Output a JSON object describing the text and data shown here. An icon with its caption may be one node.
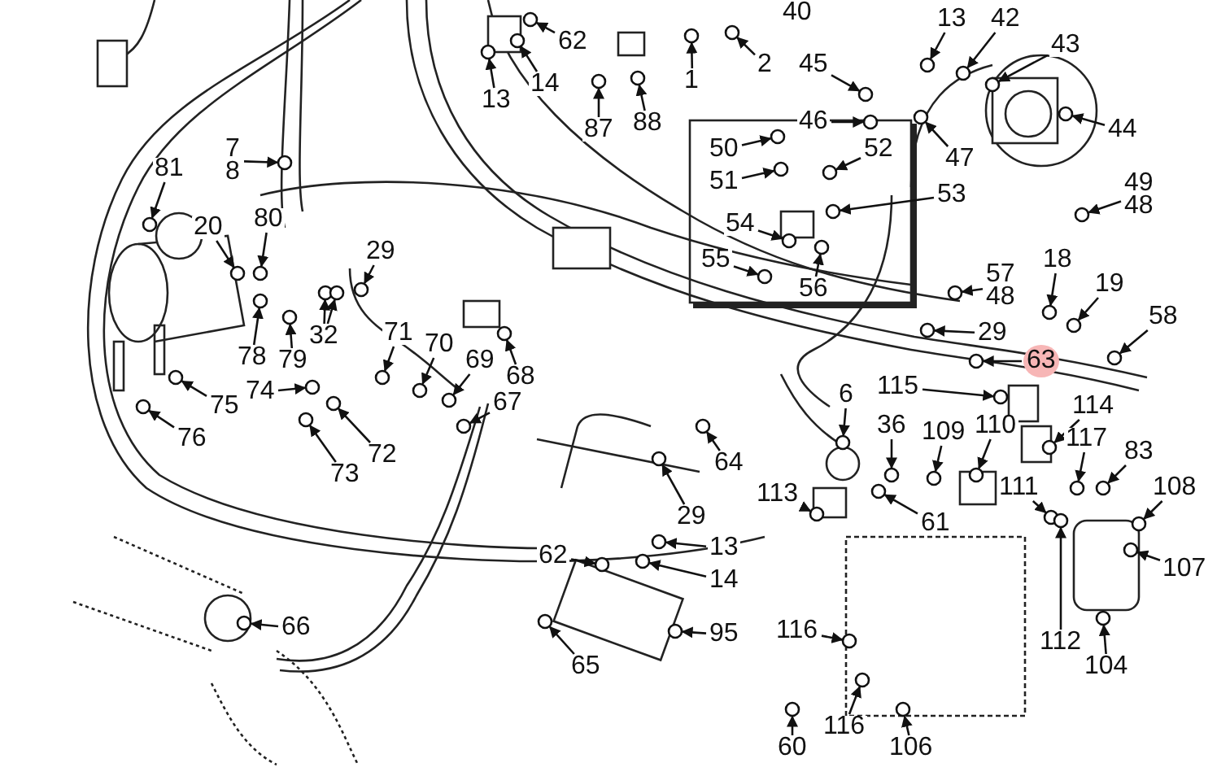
{
  "diagram": {
    "nodes": [
      {
        "text": [
          "13"
        ]
      },
      {
        "text": [
          "42"
        ]
      },
      {
        "text": [
          "2"
        ]
      },
      {
        "text": [
          "43"
        ]
      },
      {
        "text": [
          "1"
        ]
      },
      {
        "text": [
          "62"
        ]
      },
      {
        "text": [
          "45"
        ]
      },
      {
        "text": [
          "14"
        ]
      },
      {
        "text": [
          "13"
        ]
      },
      {
        "text": [
          "46"
        ]
      },
      {
        "text": [
          "87"
        ]
      },
      {
        "text": [
          "88"
        ]
      },
      {
        "text": [
          "44"
        ]
      },
      {
        "text": [
          "7",
          "8"
        ]
      },
      {
        "text": [
          "81"
        ]
      },
      {
        "text": [
          "50"
        ]
      },
      {
        "text": [
          "52"
        ]
      },
      {
        "text": [
          "47"
        ]
      },
      {
        "text": [
          "53"
        ]
      },
      {
        "text": [
          "51"
        ]
      },
      {
        "text": [
          "49",
          "48"
        ]
      },
      {
        "text": [
          "54"
        ]
      },
      {
        "text": [
          "20"
        ]
      },
      {
        "text": [
          "80"
        ]
      },
      {
        "text": [
          "55"
        ]
      },
      {
        "text": [
          "29"
        ]
      },
      {
        "text": [
          "18"
        ]
      },
      {
        "text": [
          "57",
          "48"
        ]
      },
      {
        "text": [
          "19"
        ]
      },
      {
        "text": [
          "56"
        ]
      },
      {
        "text": [
          "58"
        ]
      },
      {
        "text": [
          "29"
        ]
      },
      {
        "text": [
          "32"
        ]
      },
      {
        "text": [
          "71"
        ]
      },
      {
        "text": [
          "70"
        ]
      },
      {
        "text": [
          "78"
        ]
      },
      {
        "text": [
          "79"
        ]
      },
      {
        "text": [
          "63"
        ]
      },
      {
        "text": [
          "69"
        ]
      },
      {
        "text": [
          "68"
        ]
      },
      {
        "text": [
          "74"
        ]
      },
      {
        "text": [
          "67"
        ]
      },
      {
        "text": [
          "6"
        ]
      },
      {
        "text": [
          "115"
        ]
      },
      {
        "text": [
          "114"
        ]
      },
      {
        "text": [
          "75"
        ]
      },
      {
        "text": [
          "36"
        ]
      },
      {
        "text": [
          "109"
        ]
      },
      {
        "text": [
          "76"
        ]
      },
      {
        "text": [
          "110"
        ]
      },
      {
        "text": [
          "117"
        ]
      },
      {
        "text": [
          "83"
        ]
      },
      {
        "text": [
          "72"
        ]
      },
      {
        "text": [
          "64"
        ]
      },
      {
        "text": [
          "73"
        ]
      },
      {
        "text": [
          "111"
        ]
      },
      {
        "text": [
          "108"
        ]
      },
      {
        "text": [
          "113"
        ]
      },
      {
        "text": [
          "29"
        ]
      },
      {
        "text": [
          "61"
        ]
      },
      {
        "text": [
          "13"
        ]
      },
      {
        "text": [
          "62"
        ]
      },
      {
        "text": [
          "107"
        ]
      },
      {
        "text": [
          "14"
        ]
      },
      {
        "text": [
          "66"
        ]
      },
      {
        "text": [
          "116"
        ]
      },
      {
        "text": [
          "95"
        ]
      },
      {
        "text": [
          "104"
        ]
      },
      {
        "text": [
          "112"
        ]
      },
      {
        "text": [
          "65"
        ]
      },
      {
        "text": [
          "116"
        ]
      },
      {
        "text": [
          "60"
        ]
      },
      {
        "text": [
          "106"
        ]
      },
      {
        "text": [],
        "shape": "circle"
      },
      {
        "text": [],
        "shape": "circle"
      },
      {
        "text": [],
        "shape": "circle"
      },
      {
        "text": [],
        "shape": "circle"
      },
      {
        "text": [],
        "shape": "circle"
      },
      {
        "text": [],
        "shape": "circle"
      },
      {
        "text": [],
        "shape": "circle"
      },
      {
        "text": [],
        "shape": "circle"
      },
      {
        "text": [],
        "shape": "circle"
      },
      {
        "text": [],
        "shape": "circle"
      },
      {
        "text": [],
        "shape": "circle"
      },
      {
        "text": [],
        "shape": "circle"
      },
      {
        "text": [],
        "shape": "circle"
      },
      {
        "text": [],
        "shape": "circle"
      },
      {
        "text": [],
        "shape": "circle"
      },
      {
        "text": [],
        "shape": "circle"
      },
      {
        "text": [],
        "shape": "circle"
      },
      {
        "text": [],
        "shape": "circle"
      },
      {
        "text": [],
        "shape": "circle"
      },
      {
        "text": [],
        "shape": "circle"
      },
      {
        "text": [],
        "shape": "circle"
      },
      {
        "text": [],
        "shape": "circle"
      },
      {
        "text": [],
        "shape": "circle"
      },
      {
        "text": [],
        "shape": "circle"
      },
      {
        "text": [],
        "shape": "circle"
      },
      {
        "text": [],
        "shape": "circle"
      },
      {
        "text": [],
        "shape": "circle"
      },
      {
        "text": [],
        "shape": "circle"
      },
      {
        "text": [],
        "shape": "circle"
      },
      {
        "text": [],
        "shape": "circle"
      },
      {
        "text": [],
        "shape": "circle"
      },
      {
        "text": [],
        "shape": "circle"
      },
      {
        "text": [],
        "shape": "circle"
      },
      {
        "text": [],
        "shape": "circle"
      },
      {
        "text": [],
        "shape": "circle"
      },
      {
        "text": [],
        "shape": "circle"
      },
      {
        "text": [],
        "shape": "circle"
      },
      {
        "text": [],
        "shape": "circle"
      },
      {
        "text": [],
        "shape": "circle"
      },
      {
        "text": [],
        "shape": "circle"
      },
      {
        "text": [],
        "shape": "circle"
      },
      {
        "text": [],
        "shape": "circle"
      },
      {
        "text": [],
        "shape": "circle"
      },
      {
        "text": [],
        "shape": "circle"
      },
      {
        "text": [],
        "shape": "circle"
      },
      {
        "text": [],
        "shape": "circle"
      },
      {
        "text": [],
        "shape": "circle"
      },
      {
        "text": [],
        "shape": "circle"
      },
      {
        "text": [],
        "shape": "circle"
      },
      {
        "text": [],
        "shape": "circle"
      },
      {
        "text": [],
        "shape": "circle"
      },
      {
        "text": [],
        "shape": "circle"
      },
      {
        "text": [],
        "shape": "circle"
      },
      {
        "text": [],
        "shape": "circle"
      },
      {
        "text": [],
        "shape": "circle"
      },
      {
        "text": [],
        "shape": "circle"
      },
      {
        "text": [],
        "shape": "circle"
      },
      {
        "text": [],
        "shape": "circle"
      },
      {
        "text": [],
        "shape": "circle"
      },
      {
        "text": [],
        "shape": "circle"
      },
      {
        "text": [],
        "shape": "circle"
      },
      {
        "text": [],
        "shape": "circle"
      },
      {
        "text": [],
        "shape": "circle"
      },
      {
        "text": [],
        "shape": "circle"
      },
      {
        "text": [],
        "shape": "circle"
      },
      {
        "text": [],
        "shape": "circle"
      },
      {
        "text": [],
        "shape": "circle"
      },
      {
        "text": [],
        "shape": "circle"
      },
      {
        "text": [],
        "shape": "circle"
      },
      {
        "text": [],
        "shape": "circle"
      },
      {
        "text": [],
        "shape": "circle"
      },
      {
        "text": [],
        "shape": "circle"
      },
      {
        "text": [],
        "shape": "circle"
      },
      {
        "text": [],
        "shape": "circle"
      }
    ],
    "edges": [
      {
        "from": 0,
        "to": 73,
        "arrow": "to"
      },
      {
        "from": 1,
        "to": 74,
        "arrow": "to"
      },
      {
        "from": 2,
        "to": 75,
        "arrow": "to"
      },
      {
        "from": 3,
        "to": 76,
        "arrow": "to"
      },
      {
        "from": 4,
        "to": 77,
        "arrow": "to"
      },
      {
        "from": 5,
        "to": 78,
        "arrow": "to"
      },
      {
        "from": 6,
        "to": 79,
        "arrow": "to"
      },
      {
        "from": 7,
        "to": 80,
        "arrow": "to"
      },
      {
        "from": 8,
        "to": 81,
        "arrow": "to"
      },
      {
        "from": 9,
        "to": 82,
        "arrow": "to"
      },
      {
        "from": 10,
        "to": 83,
        "arrow": "to"
      },
      {
        "from": 11,
        "to": 84,
        "arrow": "to"
      },
      {
        "from": 12,
        "to": 85,
        "arrow": "to"
      },
      {
        "from": 13,
        "to": 86,
        "arrow": "to"
      },
      {
        "from": 14,
        "to": 87,
        "arrow": "to"
      },
      {
        "from": 15,
        "to": 88,
        "arrow": "to"
      },
      {
        "from": 16,
        "to": 89,
        "arrow": "to"
      },
      {
        "from": 17,
        "to": 90,
        "arrow": "to"
      },
      {
        "from": 18,
        "to": 91,
        "arrow": "to"
      },
      {
        "from": 19,
        "to": 92,
        "arrow": "to"
      },
      {
        "from": 20,
        "to": 93,
        "arrow": "to"
      },
      {
        "from": 21,
        "to": 94,
        "arrow": "to"
      },
      {
        "from": 22,
        "to": 95,
        "arrow": "to"
      },
      {
        "from": 23,
        "to": 96,
        "arrow": "to"
      },
      {
        "from": 24,
        "to": 97,
        "arrow": "to"
      },
      {
        "from": 25,
        "to": 98,
        "arrow": "to"
      },
      {
        "from": 26,
        "to": 99,
        "arrow": "to"
      },
      {
        "from": 27,
        "to": 100,
        "arrow": "to"
      },
      {
        "from": 28,
        "to": 101,
        "arrow": "to"
      },
      {
        "from": 29,
        "to": 102,
        "arrow": "to"
      },
      {
        "from": 30,
        "to": 103,
        "arrow": "to"
      },
      {
        "from": 31,
        "to": 104,
        "arrow": "to"
      },
      {
        "from": 32,
        "to": 105,
        "arrow": "to"
      },
      {
        "from": 32,
        "to": 106,
        "arrow": "to"
      },
      {
        "from": 33,
        "to": 107,
        "arrow": "to"
      },
      {
        "from": 34,
        "to": 108,
        "arrow": "to"
      },
      {
        "from": 35,
        "to": 109,
        "arrow": "to"
      },
      {
        "from": 36,
        "to": 110,
        "arrow": "to"
      },
      {
        "from": 37,
        "to": 111,
        "arrow": "to"
      },
      {
        "from": 38,
        "to": 112,
        "arrow": "to"
      },
      {
        "from": 39,
        "to": 113,
        "arrow": "to"
      },
      {
        "from": 40,
        "to": 114,
        "arrow": "to"
      },
      {
        "from": 41,
        "to": 115,
        "arrow": "to"
      },
      {
        "from": 42,
        "to": 116,
        "arrow": "to"
      },
      {
        "from": 43,
        "to": 117,
        "arrow": "to"
      },
      {
        "from": 44,
        "to": 118,
        "arrow": "to"
      },
      {
        "from": 45,
        "to": 119,
        "arrow": "to"
      },
      {
        "from": 46,
        "to": 120,
        "arrow": "to"
      },
      {
        "from": 47,
        "to": 121,
        "arrow": "to"
      },
      {
        "from": 48,
        "to": 122,
        "arrow": "to"
      },
      {
        "from": 49,
        "to": 123,
        "arrow": "to"
      },
      {
        "from": 50,
        "to": 124,
        "arrow": "to"
      },
      {
        "from": 51,
        "to": 125,
        "arrow": "to"
      },
      {
        "from": 52,
        "to": 126,
        "arrow": "to"
      },
      {
        "from": 53,
        "to": 127,
        "arrow": "to"
      },
      {
        "from": 54,
        "to": 128,
        "arrow": "to"
      },
      {
        "from": 55,
        "to": 129,
        "arrow": "to"
      },
      {
        "from": 56,
        "to": 130,
        "arrow": "to"
      },
      {
        "from": 57,
        "to": 131,
        "arrow": "to"
      },
      {
        "from": 58,
        "to": 132,
        "arrow": "to"
      },
      {
        "from": 59,
        "to": 133,
        "arrow": "to"
      },
      {
        "from": 60,
        "to": 134,
        "arrow": "to"
      },
      {
        "from": 61,
        "to": 135,
        "arrow": "to"
      },
      {
        "from": 62,
        "to": 136,
        "arrow": "to"
      },
      {
        "from": 63,
        "to": 137,
        "arrow": "to"
      },
      {
        "from": 64,
        "to": 138,
        "arrow": "to"
      },
      {
        "from": 65,
        "to": 139,
        "arrow": "to"
      },
      {
        "from": 66,
        "to": 140,
        "arrow": "to"
      },
      {
        "from": 67,
        "to": 141,
        "arrow": "to"
      },
      {
        "from": 68,
        "to": 142,
        "arrow": "to"
      },
      {
        "from": 69,
        "to": 143,
        "arrow": "to"
      },
      {
        "from": 70,
        "to": 144,
        "arrow": "to"
      },
      {
        "from": 71,
        "to": 145,
        "arrow": "to"
      },
      {
        "from": 72,
        "to": 146,
        "arrow": "to"
      }
    ],
    "labels": [
      "40"
    ]
  }
}
